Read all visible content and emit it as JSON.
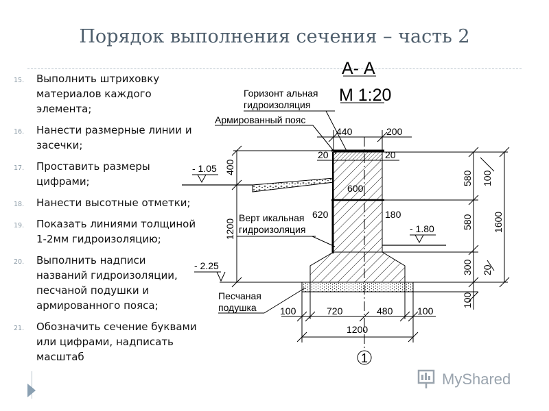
{
  "slide": {
    "title": "Порядок выполнения сечения – часть 2"
  },
  "steps": [
    {
      "num": "15.",
      "text": "Выполнить штриховку материалов каждого элемента;"
    },
    {
      "num": "16.",
      "text": "Нанести размерные линии и засечки;"
    },
    {
      "num": "17.",
      "text": "Проставить размеры цифрами;"
    },
    {
      "num": "18.",
      "text": "Нанести высотные отметки;"
    },
    {
      "num": "19.",
      "text": "Показать линиями толщиной 1-2мм гидроизоляцию;"
    },
    {
      "num": "20.",
      "text": "Выполнить надписи названий гидроизоляции, песчаной подушки и армированного пояса;"
    },
    {
      "num": "21.",
      "text": "Обозначить сечение буквами или цифрами, надписать масштаб"
    }
  ],
  "drawing": {
    "section_mark": "А- А",
    "scale": "М 1:20",
    "label_horizontal_1": "Горизонт альная",
    "label_horizontal_2": "гидроизоляция",
    "label_belt": "Армированный пояс",
    "label_vertical_1": "Верт икальная",
    "label_vertical_2": "гидроизоляция",
    "label_sand_1": "Песчаная",
    "label_sand_2": "подушка",
    "dim_440": "440",
    "dim_200": "200",
    "dim_20_left": "20",
    "dim_20_right": "20",
    "dim_600": "600",
    "dim_620": "620",
    "dim_180": "180",
    "dim_400": "400",
    "dim_1200_vert": "1200",
    "dim_580_a": "580",
    "dim_580_b": "580",
    "dim_300": "300",
    "dim_100_a": "100",
    "dim_100_b": "100",
    "dim_20_vert": "20",
    "dim_1600": "1600",
    "dim_100_bl": "100",
    "dim_720": "720",
    "dim_480": "480",
    "dim_100_br": "100",
    "dim_1200_horiz": "1200",
    "level_105": "- 1.05",
    "level_180": "- 1.80",
    "level_225": "- 2.25",
    "axis_number": "1"
  },
  "watermark": {
    "brand": "MyShared"
  },
  "colors": {
    "title": "#4d5d6b",
    "step_number": "#8a9aa6",
    "line": "#000000"
  }
}
